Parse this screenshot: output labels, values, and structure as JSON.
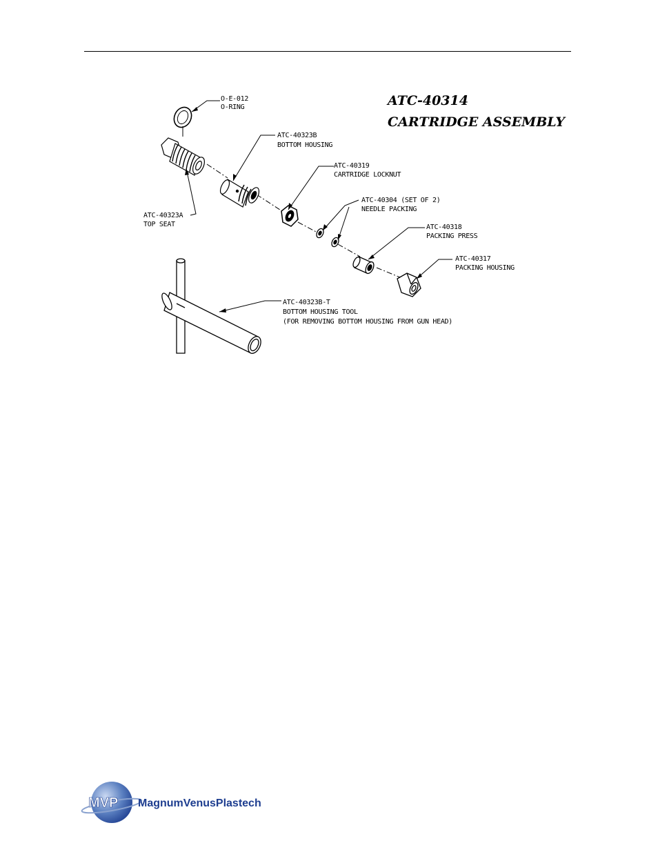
{
  "diagram": {
    "title_line1": "ATC-40314",
    "title_line2": "CARTRIDGE ASSEMBLY",
    "labels": {
      "oring_part": "O-E-012",
      "oring_name": "O-RING",
      "bottom_housing_part": "ATC-40323B",
      "bottom_housing_name": "BOTTOM HOUSING",
      "lock_nut_part": "ATC-40319",
      "lock_nut_name": "CARTRIDGE LOCKNUT",
      "needle_packing_part": "ATC-40304 (SET OF 2)",
      "needle_packing_name": "NEEDLE PACKING",
      "packing_press_part": "ATC-40318",
      "packing_press_name": "PACKING PRESS",
      "packing_housing_part": "ATC-40317",
      "packing_housing_name": "PACKING HOUSING",
      "top_seat_part": "ATC-40323A",
      "top_seat_name": "TOP SEAT",
      "tool_part": "ATC-40323B-T",
      "tool_name": "BOTTOM HOUSING TOOL",
      "tool_note": "(FOR REMOVING BOTTOM HOUSING FROM GUN HEAD)"
    }
  },
  "footer": {
    "logo_mark": "MVP",
    "logo_text": "MagnumVenusPlastech",
    "colors": {
      "logo_blue": "#1d3d8f",
      "logo_sphere": "#5a7fc0"
    }
  }
}
